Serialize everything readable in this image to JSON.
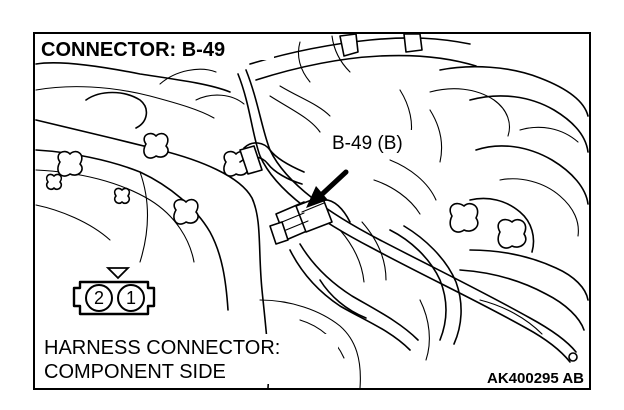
{
  "diagram": {
    "title": "CONNECTOR: B-49",
    "connector_callout": "B-49 (B)",
    "harness_label_line1": "HARNESS CONNECTOR:",
    "harness_label_line2": "COMPONENT SIDE",
    "figure_code": "AK400295 AB",
    "connector_pins": [
      "2",
      "1"
    ]
  }
}
